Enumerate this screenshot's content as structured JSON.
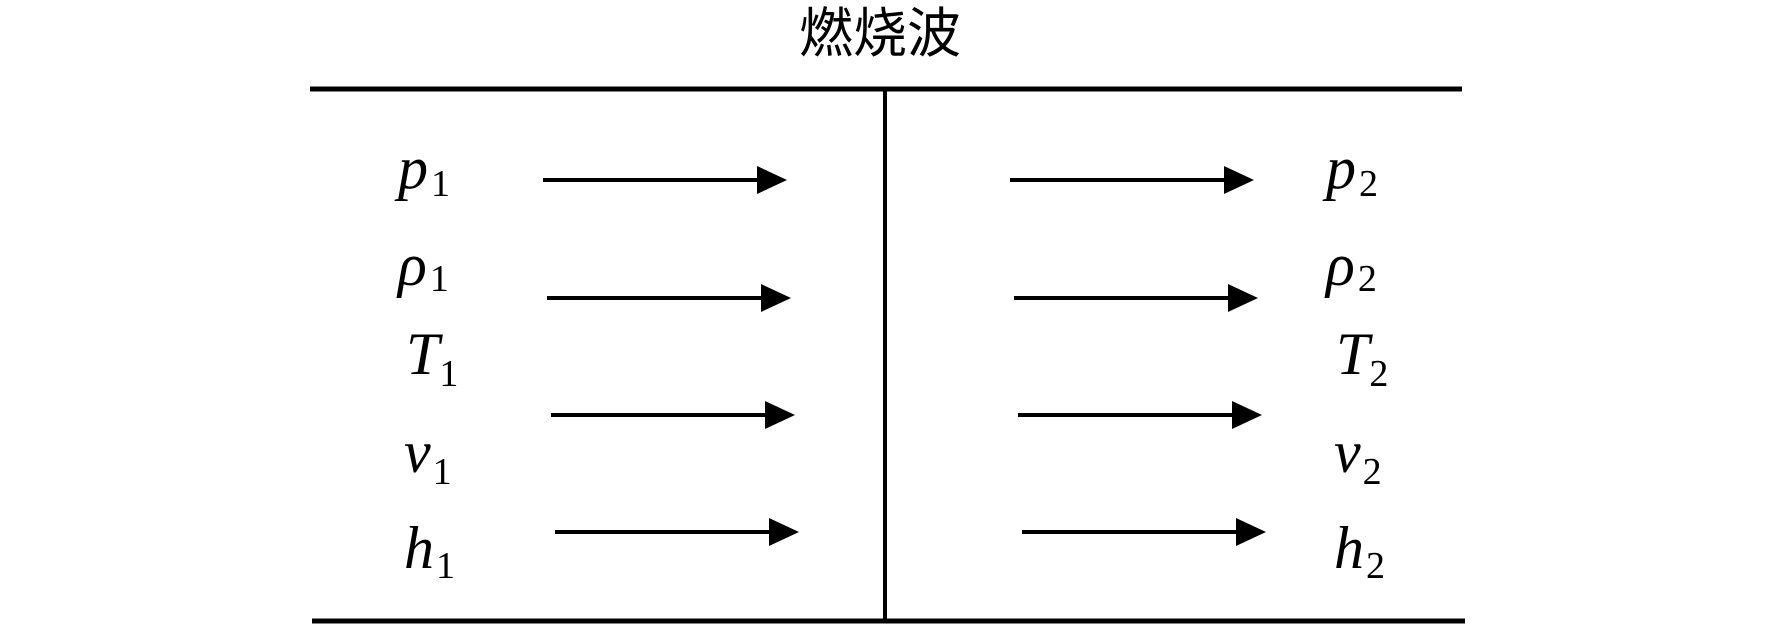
{
  "title": "燃烧波",
  "upstream": [
    {
      "symbol": "p",
      "sub": "1"
    },
    {
      "symbol": "ρ",
      "sub": "1"
    },
    {
      "symbol": "T",
      "sub": "1"
    },
    {
      "symbol": "v",
      "sub": "1"
    },
    {
      "symbol": "h",
      "sub": "1"
    }
  ],
  "downstream": [
    {
      "symbol": "p",
      "sub": "2"
    },
    {
      "symbol": "ρ",
      "sub": "2"
    },
    {
      "symbol": "T",
      "sub": "2"
    },
    {
      "symbol": "v",
      "sub": "2"
    },
    {
      "symbol": "h",
      "sub": "2"
    }
  ],
  "colors": {
    "line": "#000000"
  }
}
